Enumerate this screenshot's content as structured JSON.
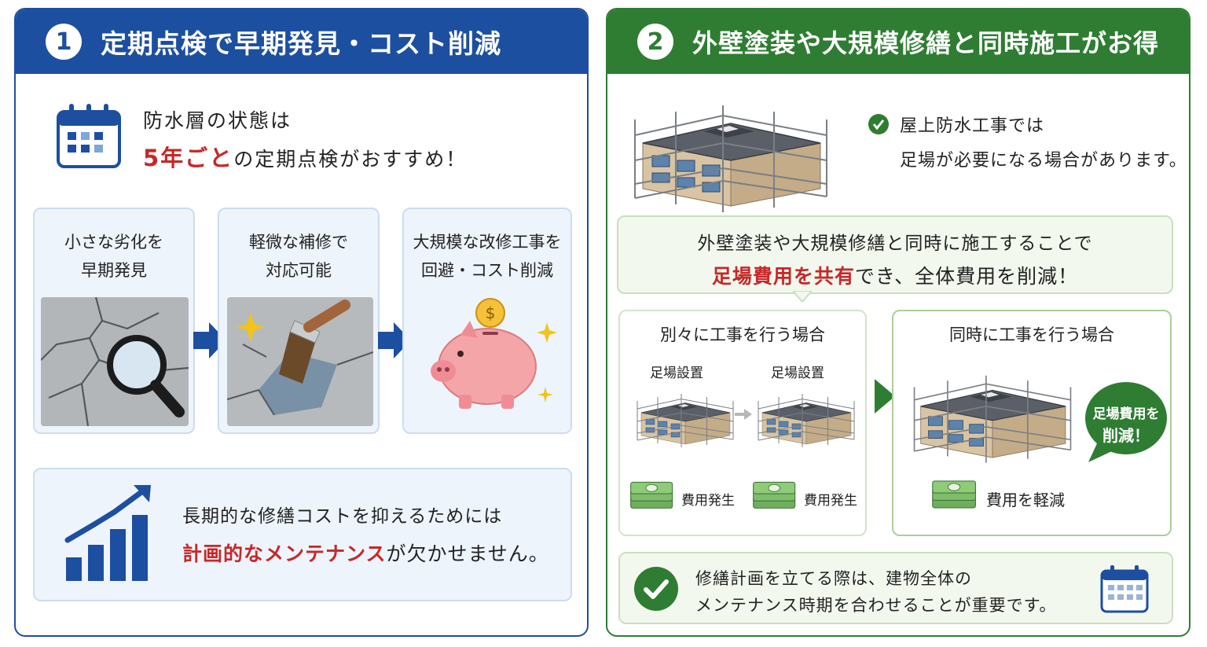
{
  "panel1": {
    "number": "1",
    "title": "定期点検で早期発見・コスト削減",
    "intro": {
      "icon": "calendar-icon",
      "line1": "防水層の状態は",
      "line2_red": "5年ごと",
      "line2_rest": "の定期点検がおすすめ！"
    },
    "steps": [
      {
        "line1": "小さな劣化を",
        "line2": "早期発見",
        "image": "cracked-concrete-magnifier"
      },
      {
        "line1": "軽微な補修で",
        "line2": "対応可能",
        "image": "paint-brush-repair"
      },
      {
        "line1": "大規模な改修工事を",
        "line2": "回避・コスト削減",
        "image": "piggy-bank-coin"
      }
    ],
    "bottom": {
      "icon": "growth-chart-icon",
      "line1": "長期的な修繕コストを抑えるためには",
      "line2_red": "計画的なメンテナンス",
      "line2_rest": "が欠かせません。"
    }
  },
  "panel2": {
    "number": "2",
    "title": "外壁塗装や大規模修繕と同時施工がお得",
    "intro": {
      "line1": "屋上防水工事では",
      "line2": "足場が必要になる場合があります。"
    },
    "callout": {
      "line1": "外壁塗装や大規模修繕と同時に施工することで",
      "line2_red": "足場費用を共有",
      "line2_rest": "でき、全体費用を削減！"
    },
    "separate": {
      "title": "別々に工事を行う場合",
      "scaffold1": "足場設置",
      "scaffold2": "足場設置",
      "cost1": "費用発生",
      "cost2": "費用発生"
    },
    "simultaneous": {
      "title": "同時に工事を行う場合",
      "badge_line1": "足場費用を",
      "badge_line2": "削減！",
      "cost": "費用を軽減"
    },
    "bottom": {
      "line1": "修繕計画を立てる際は、建物全体の",
      "line2": "メンテナンス時期を合わせることが重要です。"
    }
  },
  "colors": {
    "blue": "#1d4fa0",
    "green": "#2e7d32",
    "red": "#c62828"
  }
}
